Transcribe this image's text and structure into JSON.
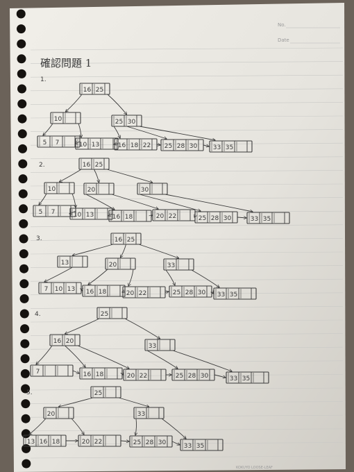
{
  "page": {
    "header_fields": [
      "No.",
      "Date"
    ],
    "heading": "確認問題 1",
    "footer": "KOKUYO LOOSE-LEAF"
  },
  "sections": [
    {
      "label": "1.",
      "root": [
        "16",
        "25"
      ],
      "internal": [
        [
          "10"
        ],
        [
          "25",
          "30"
        ]
      ],
      "leaves": [
        [
          "5",
          "7"
        ],
        [
          "10",
          "13"
        ],
        [
          "16",
          "18",
          "22"
        ],
        [
          "25",
          "28",
          "30"
        ],
        [
          "33",
          "35"
        ]
      ]
    },
    {
      "label": "2.",
      "root": [
        "16",
        "25"
      ],
      "internal": [
        [
          "10"
        ],
        [
          "20"
        ],
        [
          "30"
        ]
      ],
      "leaves": [
        [
          "5",
          "7"
        ],
        [
          "10",
          "13"
        ],
        [
          "16",
          "18"
        ],
        [
          "20",
          "22"
        ],
        [
          "25",
          "28",
          "30"
        ],
        [
          "33",
          "35"
        ]
      ]
    },
    {
      "label": "3.",
      "root": [
        "16",
        "25"
      ],
      "internal": [
        [
          "13"
        ],
        [
          "20"
        ],
        [
          "33"
        ]
      ],
      "leaves": [
        [
          "7",
          "10",
          "13"
        ],
        [
          "16",
          "18"
        ],
        [
          "20",
          "22"
        ],
        [
          "25",
          "28",
          "30"
        ],
        [
          "33",
          "35"
        ]
      ]
    },
    {
      "label": "4.",
      "root": [
        "25"
      ],
      "internal": [
        [
          "16",
          "20"
        ],
        [
          "33"
        ]
      ],
      "leaves": [
        [
          "7"
        ],
        [
          "16",
          "18"
        ],
        [
          "20",
          "22"
        ],
        [
          "25",
          "28",
          "30"
        ],
        [
          "33",
          "35"
        ]
      ]
    },
    {
      "label": "5.",
      "root": [
        "25"
      ],
      "internal": [
        [
          "20"
        ],
        [
          "33"
        ]
      ],
      "leaves": [
        [
          "13",
          "16",
          "18"
        ],
        [
          "20",
          "22"
        ],
        [
          "25",
          "28",
          "30"
        ],
        [
          "33",
          "35"
        ]
      ]
    }
  ]
}
